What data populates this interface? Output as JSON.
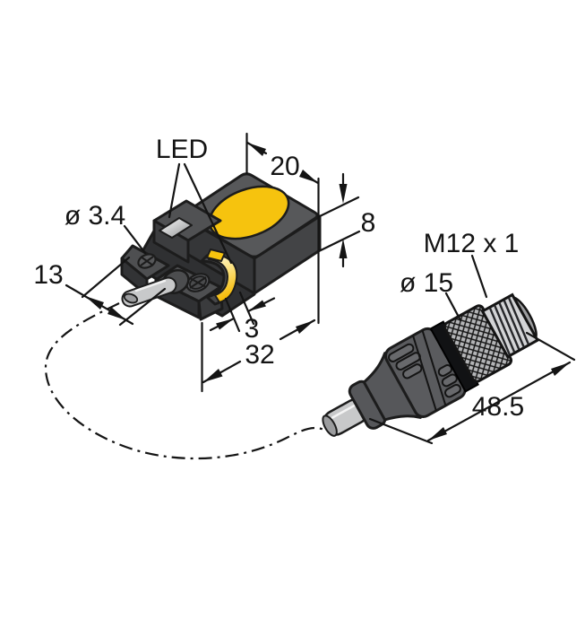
{
  "drawing": {
    "kind": "technical-dimension-drawing",
    "labels": {
      "led": "LED",
      "hole_diameter": "ø 3.4",
      "cable_side_length": "13",
      "sensor_width": "20",
      "sensor_height": "8",
      "lug_offset": "3",
      "sensor_length": "32",
      "connector_thread": "M12 x 1",
      "connector_diameter": "ø 15",
      "connector_length": "48.5"
    },
    "colors": {
      "accent_yellow": "#F6C30E",
      "crescent_yellow": "#F5BB06",
      "body_gray": "#57585A",
      "side_gray": "#434446",
      "cable_gray": "#C8C9CA",
      "line": "#141414",
      "background": "#FFFFFF"
    }
  }
}
